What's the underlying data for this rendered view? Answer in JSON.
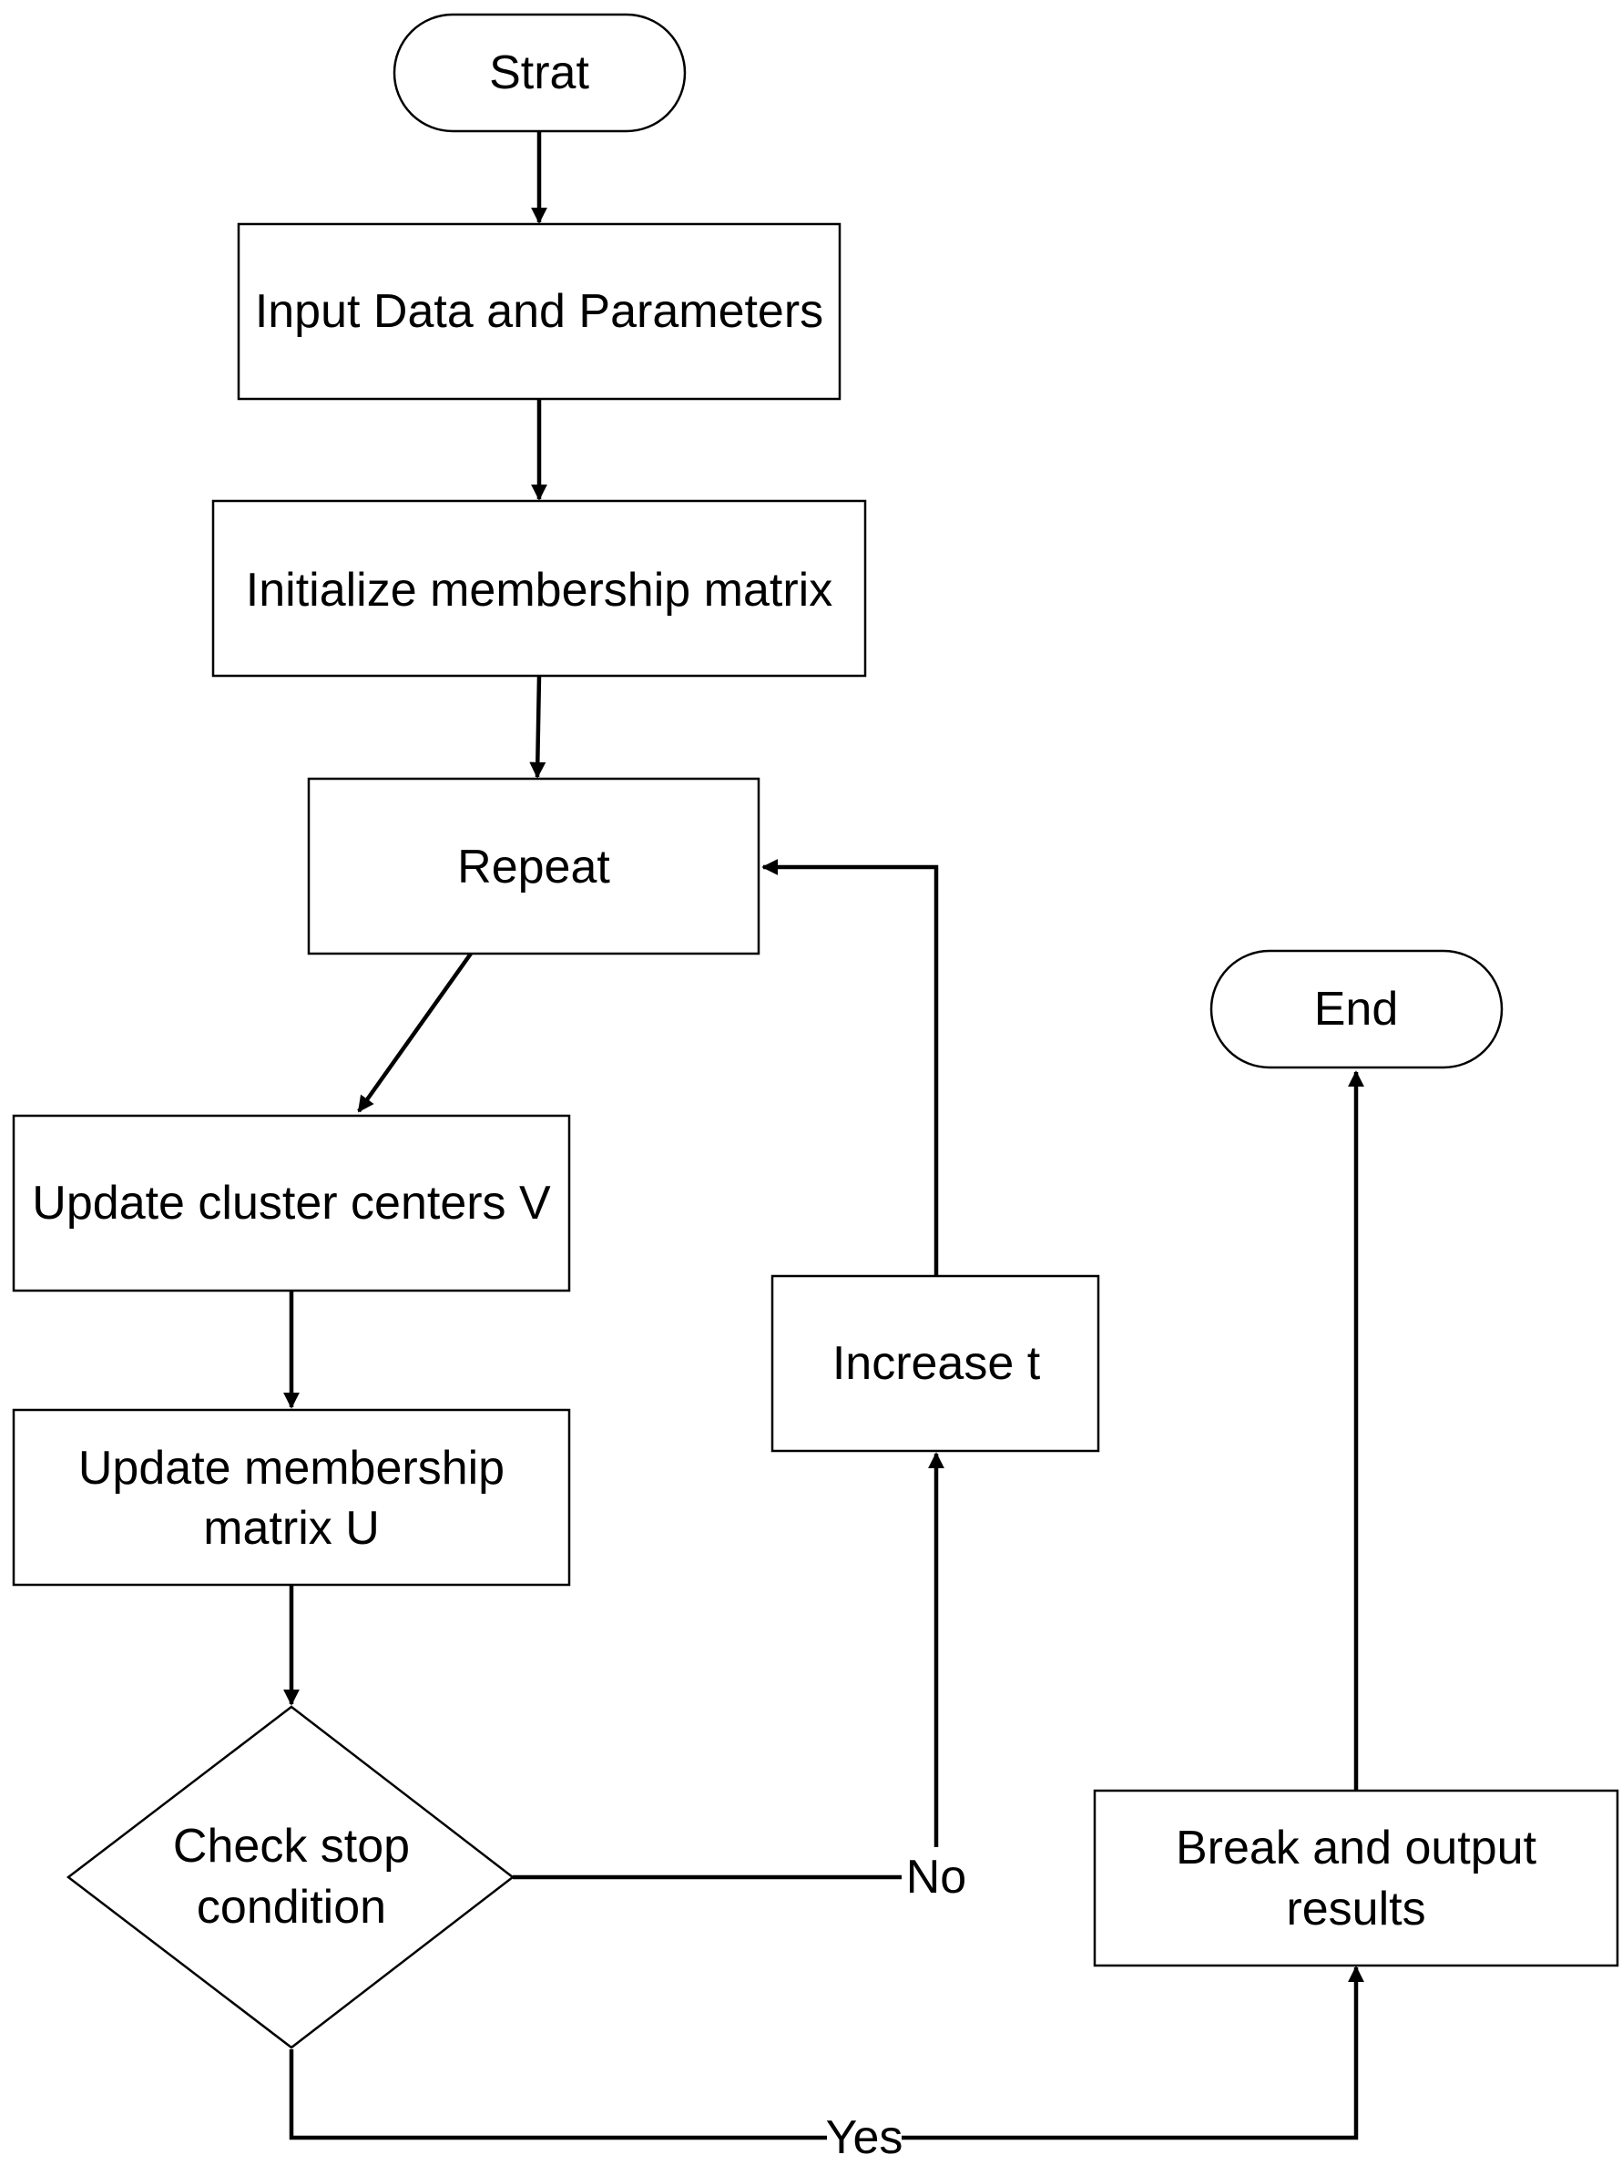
{
  "nodes": {
    "start": "Strat",
    "input": "Input Data and Parameters",
    "init": "Initialize membership matrix",
    "repeat": "Repeat",
    "update_centers": "Update cluster centers V",
    "update_matrix_line1": "Update membership",
    "update_matrix_line2": "matrix U",
    "check_line1": "Check stop",
    "check_line2": "condition",
    "increase": "Increase t",
    "break_line1": "Break and output",
    "break_line2": "results",
    "end": "End"
  },
  "edges": {
    "no_label": "No",
    "yes_label": "Yes"
  },
  "colors": {
    "stroke": "#000000",
    "fill": "#ffffff",
    "text": "#000000"
  }
}
